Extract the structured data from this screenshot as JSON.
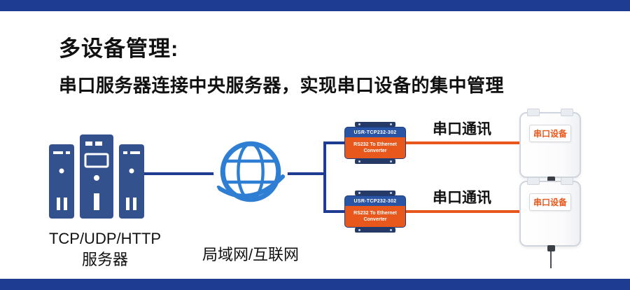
{
  "colors": {
    "navy": "#1e3c91",
    "icon-navy": "#33518d",
    "globe-blue": "#2e7fd4",
    "orange": "#e8571c",
    "text": "#111111"
  },
  "header": {
    "title": "多设备管理:",
    "subtitle": "串口服务器连接中央服务器，实现串口设备的集中管理"
  },
  "server": {
    "label_line1": "TCP/UDP/HTTP",
    "label_line2": "服务器"
  },
  "network": {
    "label": "局域网/互联网"
  },
  "converters": [
    {
      "model": "USR-TCP232-302",
      "desc_line1": "RS232 To Ethernet",
      "desc_line2": "Converter"
    },
    {
      "model": "USR-TCP232-302",
      "desc_line1": "RS232 To Ethernet",
      "desc_line2": "Converter"
    }
  ],
  "serial_links": [
    {
      "label": "串口通讯"
    },
    {
      "label": "串口通讯"
    }
  ],
  "devices": [
    {
      "label": "串口设备"
    },
    {
      "label": "串口设备"
    }
  ]
}
